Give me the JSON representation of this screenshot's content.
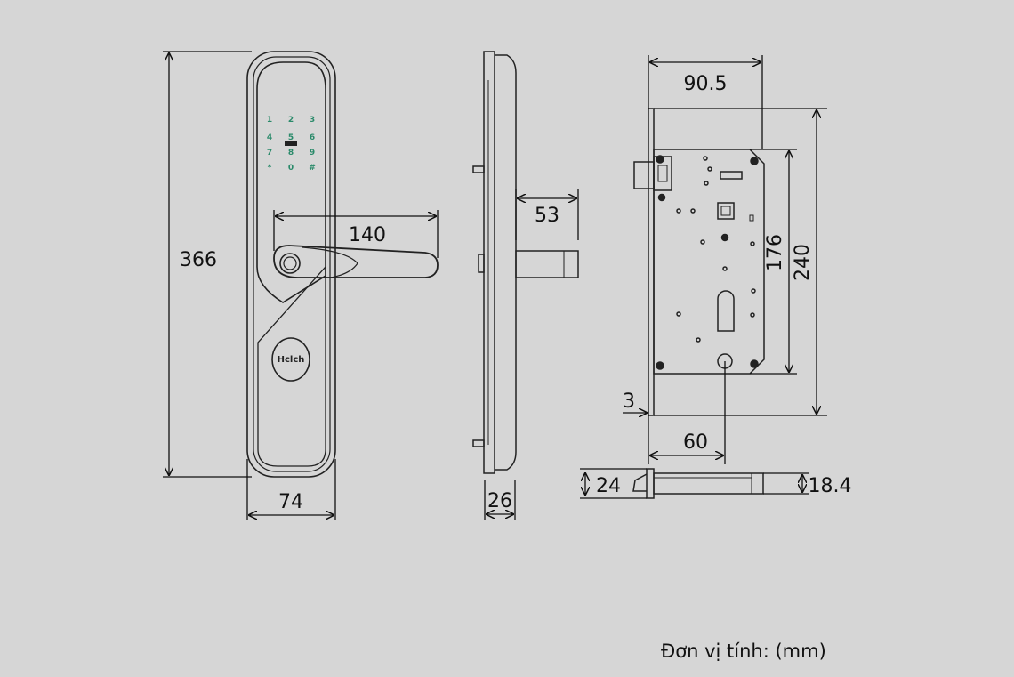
{
  "front_view": {
    "height_label": "366",
    "width_label": "74",
    "handle_label": "140",
    "keypad": [
      "1",
      "2",
      "3",
      "4",
      "5",
      "6",
      "7",
      "8",
      "9",
      "*",
      "0",
      "#"
    ],
    "brand": "Hclch"
  },
  "side_view": {
    "depth_label": "26",
    "projection_label": "53"
  },
  "mortise_view": {
    "width_label": "90.5",
    "height_outer_label": "240",
    "height_inner_label": "176",
    "faceplate_label": "3",
    "backset_label": "60",
    "faceplate_width_label": "24",
    "body_thickness_label": "18.4"
  },
  "unit_label": "Đơn vị tính: (mm)",
  "colors": {
    "background": "#d6d6d6",
    "line": "#222222",
    "key_text": "#2a8a6a"
  }
}
